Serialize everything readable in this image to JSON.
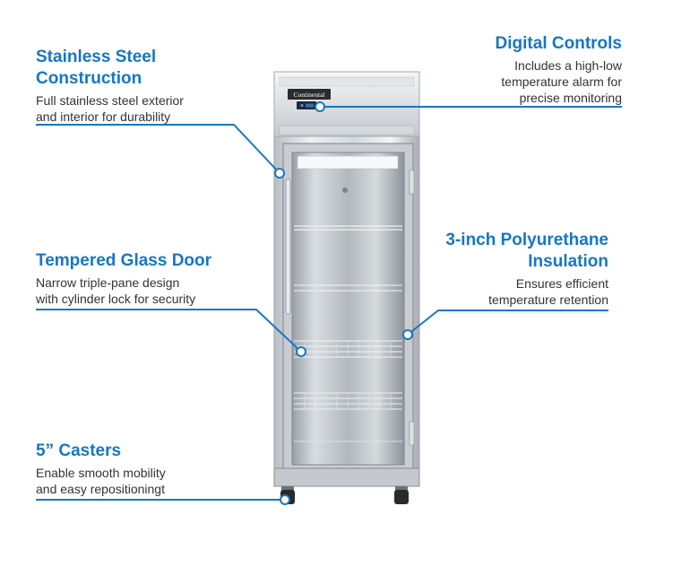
{
  "colors": {
    "accent": "#1677c4",
    "text": "#333333",
    "steel_light": "#eef0f2",
    "steel_mid": "#c9cdd2",
    "steel_dark": "#8b9096"
  },
  "product": {
    "brand_label": "Continental"
  },
  "callouts": {
    "steel": {
      "title_line1": "Stainless Steel",
      "title_line2": "Construction",
      "desc_line1": "Full stainless steel exterior",
      "desc_line2": "and interior for durability"
    },
    "glass": {
      "title": "Tempered Glass Door",
      "desc_line1": "Narrow triple-pane design",
      "desc_line2": "with cylinder lock for security"
    },
    "casters": {
      "title": "5” Casters",
      "desc_line1": "Enable smooth mobility",
      "desc_line2": "and easy repositioningt"
    },
    "digital": {
      "title": "Digital Controls",
      "desc_line1": "Includes a high-low",
      "desc_line2": "temperature alarm for",
      "desc_line3": "precise monitoring"
    },
    "insulation": {
      "title_line1": "3-inch Polyurethane",
      "title_line2": "Insulation",
      "desc_line1": "Ensures efficient",
      "desc_line2": "temperature retention"
    }
  }
}
